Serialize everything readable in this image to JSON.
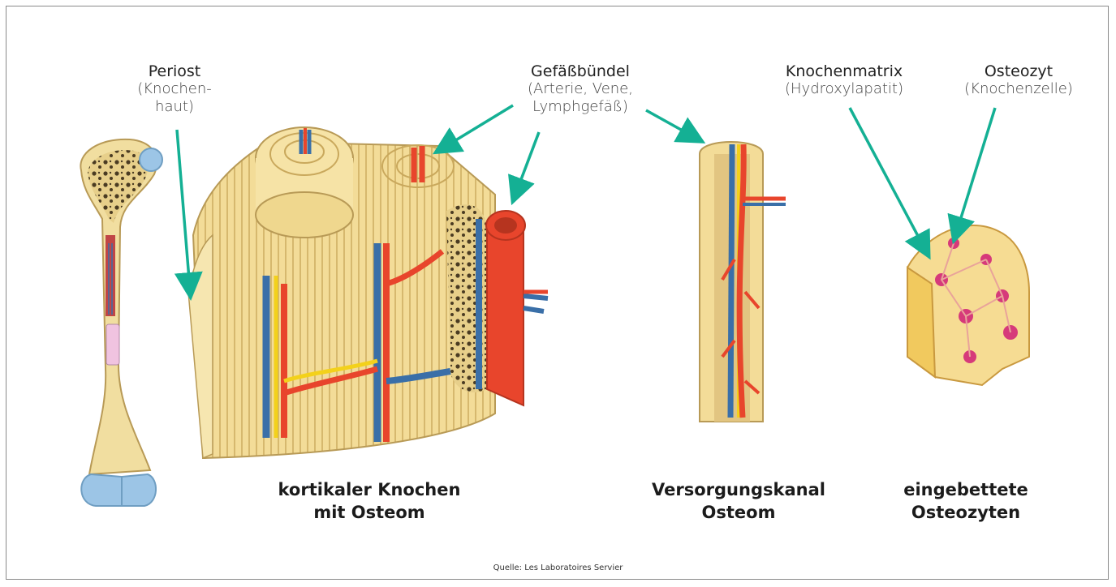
{
  "labels": {
    "periost": {
      "title": "Periost",
      "sub1": "(Knochen-",
      "sub2": "haut)"
    },
    "gefaess": {
      "title": "Gefäßbündel",
      "sub1": "(Arterie, Vene,",
      "sub2": "Lymphgefäß)"
    },
    "matrix": {
      "title": "Knochenmatrix",
      "sub1": "(Hydroxylapatit)"
    },
    "osteozyt": {
      "title": "Osteozyt",
      "sub1": "(Knochenzelle)"
    }
  },
  "captions": {
    "kortikal": {
      "line1": "kortikaler Knochen",
      "line2": "mit Osteom"
    },
    "kanal": {
      "line1": "Versorgungskanal",
      "line2": "Osteom"
    },
    "osteozyten": {
      "line1": "eingebettete",
      "line2": "Osteozyten"
    }
  },
  "source": "Quelle: Les Laboratoires Servier",
  "colors": {
    "arrow": "#14b094",
    "bone": "#f3dc98",
    "bone_dark": "#c9a85c",
    "artery": "#e8452c",
    "vein": "#3a6fa8",
    "lymph": "#f3d11b",
    "cartilage": "#9cc5e6",
    "osteocyte": "#d63a7a"
  }
}
